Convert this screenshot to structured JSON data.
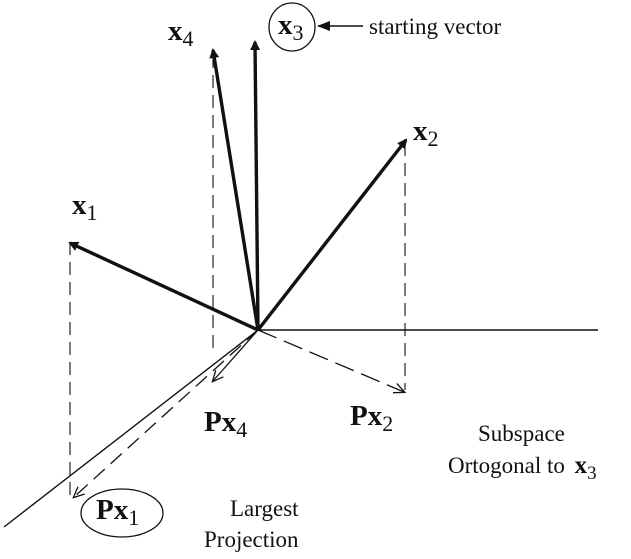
{
  "vectors": {
    "x1": {
      "main": "x",
      "sub": "1"
    },
    "x2": {
      "main": "x",
      "sub": "2"
    },
    "x3": {
      "main": "x",
      "sub": "3"
    },
    "x4": {
      "main": "x",
      "sub": "4"
    }
  },
  "projections": {
    "px1": {
      "main": "Px",
      "sub": "1"
    },
    "px2": {
      "main": "Px",
      "sub": "2"
    },
    "px4": {
      "main": "Px",
      "sub": "4"
    }
  },
  "annotations": {
    "starting_vector": "starting vector",
    "subspace_line1": "Subspace",
    "subspace_line2": "Ortogonal to",
    "subspace_vec": {
      "main": "x",
      "sub": "3"
    },
    "largest_line1": "Largest",
    "largest_line2": "Projection"
  },
  "colors": {
    "ink": "#111111",
    "background": "#ffffff"
  }
}
